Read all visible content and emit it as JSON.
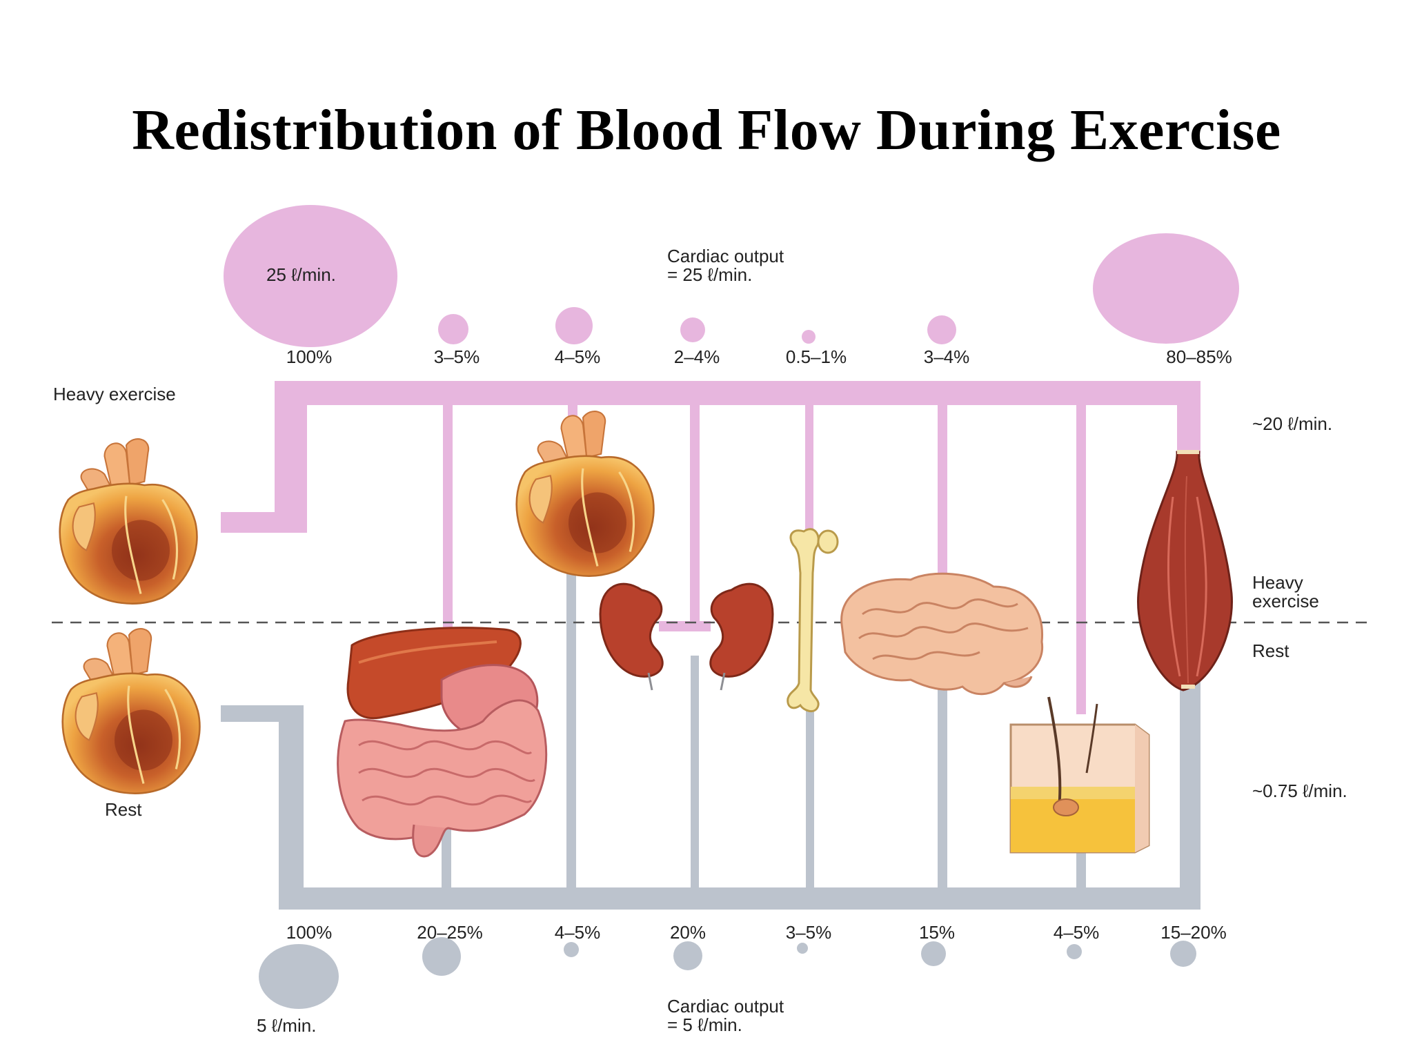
{
  "title": "Redistribution of Blood Flow During Exercise",
  "exercise": {
    "total_label": "25 ℓ/min.",
    "cardiac_output_line1": "Cardiac output",
    "cardiac_output_line2": "= 25 ℓ/min.",
    "side_label": "Heavy exercise",
    "muscle_flow": "~20 ℓ/min.",
    "percentages": [
      "100%",
      "3–5%",
      "4–5%",
      "2–4%",
      "0.5–1%",
      "3–4%",
      "80–85%"
    ]
  },
  "rest": {
    "total_label": "5 ℓ/min.",
    "cardiac_output_line1": "Cardiac output",
    "cardiac_output_line2": "= 5 ℓ/min.",
    "side_label": "Rest",
    "skin_flow": "~0.75 ℓ/min.",
    "percentages": [
      "100%",
      "20–25%",
      "4–5%",
      "20%",
      "3–5%",
      "15%",
      "4–5%",
      "15–20%"
    ]
  },
  "divider": {
    "upper_label_line1": "Heavy",
    "upper_label_line2": "exercise",
    "lower_label": "Rest"
  },
  "organs": [
    "heart-exercise",
    "heart-rest",
    "heart-muscle",
    "liver-gut",
    "kidneys",
    "bone",
    "brain",
    "skin",
    "skeletal-muscle"
  ],
  "colors": {
    "exercise_pink": "#e7b6de",
    "rest_gray": "#bcc3cd"
  }
}
